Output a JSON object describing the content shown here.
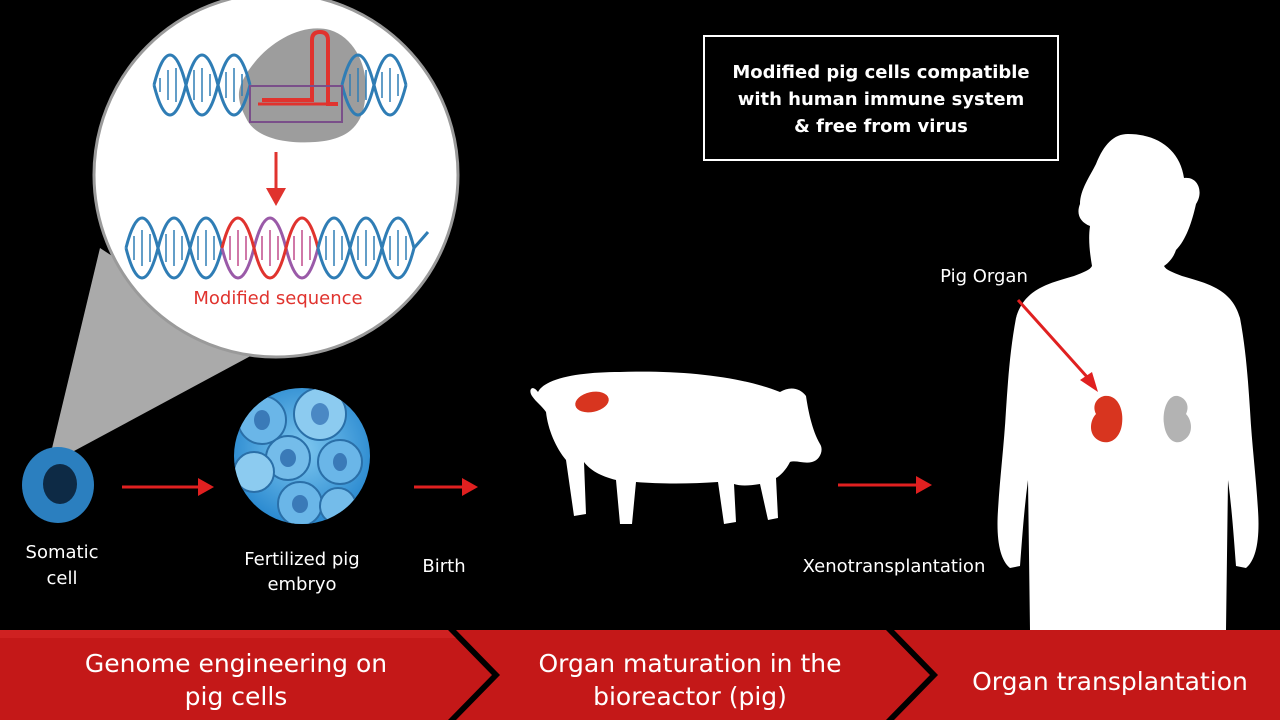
{
  "info_box": {
    "line1": "Modified pig cells compatible",
    "line2": "with human immune system",
    "line3": "& free from virus"
  },
  "magnifier": {
    "label": "Modified sequence"
  },
  "steps": {
    "somatic_line1": "Somatic",
    "somatic_line2": "cell",
    "embryo_line1": "Fertilized pig",
    "embryo_line2": "embryo",
    "birth": "Birth",
    "xeno": "Xenotransplantation",
    "pig_organ": "Pig Organ"
  },
  "stages": {
    "stage1_line1": "Genome engineering on",
    "stage1_line2": "pig cells",
    "stage2_line1": "Organ maturation in the",
    "stage2_line2": "bioreactor (pig)",
    "stage3": "Organ transplantation"
  },
  "colors": {
    "accent_red": "#e02020",
    "banner_red": "#c41818",
    "cell_blue": "#2a7fc0",
    "background": "#000000"
  }
}
